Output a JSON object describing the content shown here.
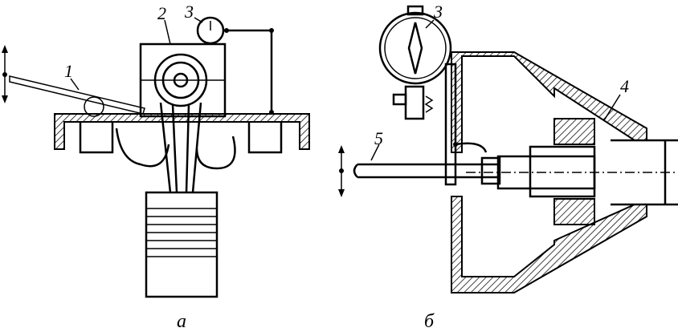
{
  "figure_a": {
    "caption": "а",
    "labels": {
      "lever": "1",
      "crank_journal": "2",
      "dial_indicator": "3"
    }
  },
  "figure_b": {
    "caption": "б",
    "labels": {
      "dial_indicator": "3",
      "bearing": "4",
      "lever": "5"
    }
  }
}
